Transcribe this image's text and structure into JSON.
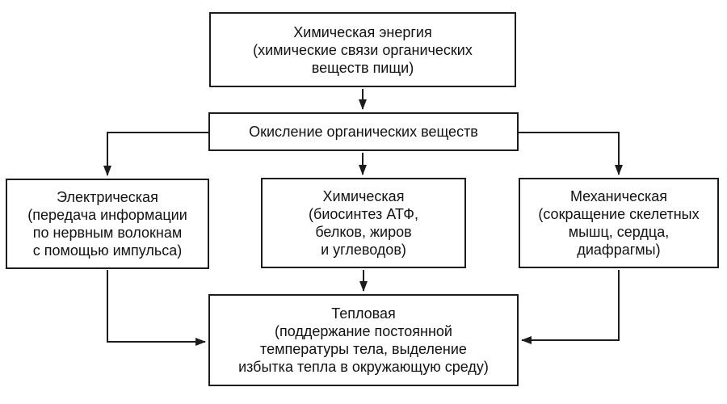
{
  "diagram": {
    "kind": "flowchart",
    "language": "ru",
    "colors": {
      "background": "#ffffff",
      "box_fill": "#ffffff",
      "line": "#1c1c1c",
      "text": "#121212"
    },
    "nodes": {
      "chemical_energy": {
        "text": "Химическая энергия\n(химические связи органических\nвеществ пищи)"
      },
      "oxidation": {
        "text": "Окисление органических веществ"
      },
      "electrical": {
        "text": "Электрическая\n(передача информации\nпо нервным волокнам\nс помощью импульса)"
      },
      "chemical": {
        "text": "Химическая\n(биосинтез АТФ,\nбелков, жиров\nи углеводов)"
      },
      "mechanical": {
        "text": "Механическая\n(сокращение скелетных\nмышц, сердца,\nдиафрагмы)"
      },
      "thermal": {
        "text": "Тепловая\n(поддержание постоянной\nтемпературы тела, выделение\nизбытка тепла в окружающую среду)"
      }
    },
    "edges": [
      {
        "from": "chemical_energy",
        "to": "oxidation"
      },
      {
        "from": "oxidation",
        "to": "electrical"
      },
      {
        "from": "oxidation",
        "to": "chemical"
      },
      {
        "from": "oxidation",
        "to": "mechanical"
      },
      {
        "from": "electrical",
        "to": "thermal"
      },
      {
        "from": "chemical",
        "to": "thermal"
      },
      {
        "from": "mechanical",
        "to": "thermal"
      }
    ]
  }
}
